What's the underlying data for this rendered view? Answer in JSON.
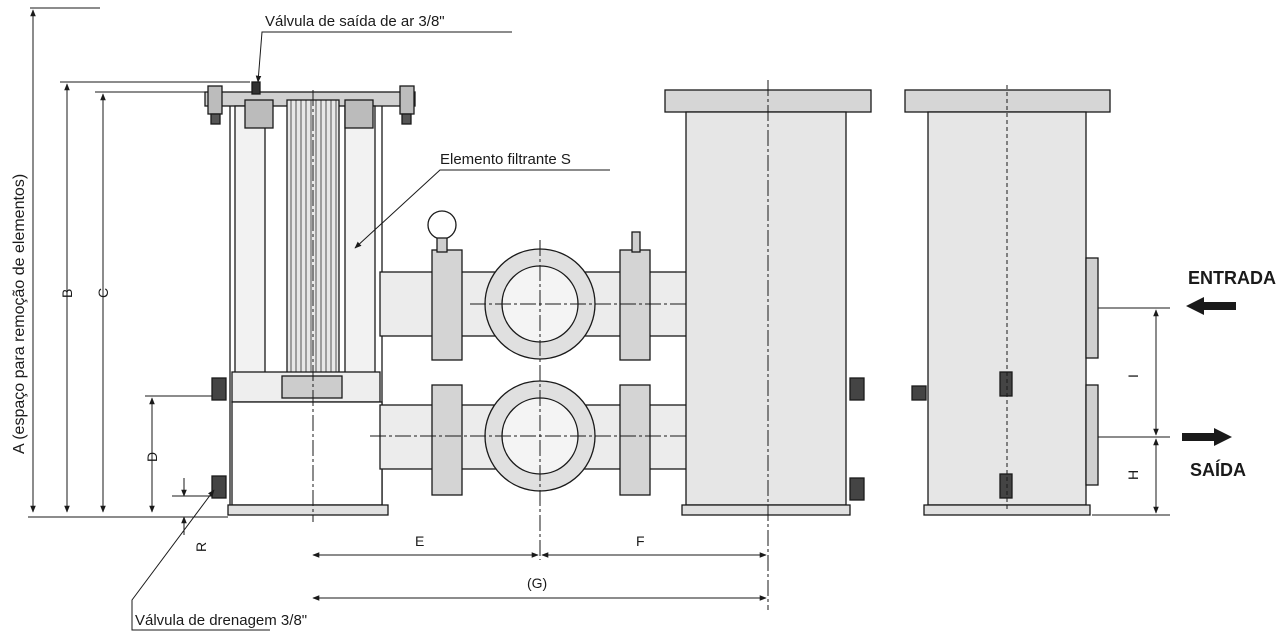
{
  "labels": {
    "air_valve": "Válvula de saída de ar 3/8\"",
    "filter_element": "Elemento filtrante  S",
    "drain_valve": "Válvula de drenagem 3/8\"",
    "inlet": "ENTRADA",
    "outlet": "SAÍDA",
    "height_label": "A (espaço para remoção de elementos)"
  },
  "dimensions": {
    "b": "B",
    "c": "C",
    "d": "D",
    "r": "R",
    "e": "E",
    "f": "F",
    "g": "(G)",
    "h": "H",
    "i": "I"
  },
  "colors": {
    "line": "#1a1a1a",
    "body_fill": "#e4e4e4",
    "element_fill": "#d8d8d8",
    "flange_fill": "#cfcfcf"
  }
}
